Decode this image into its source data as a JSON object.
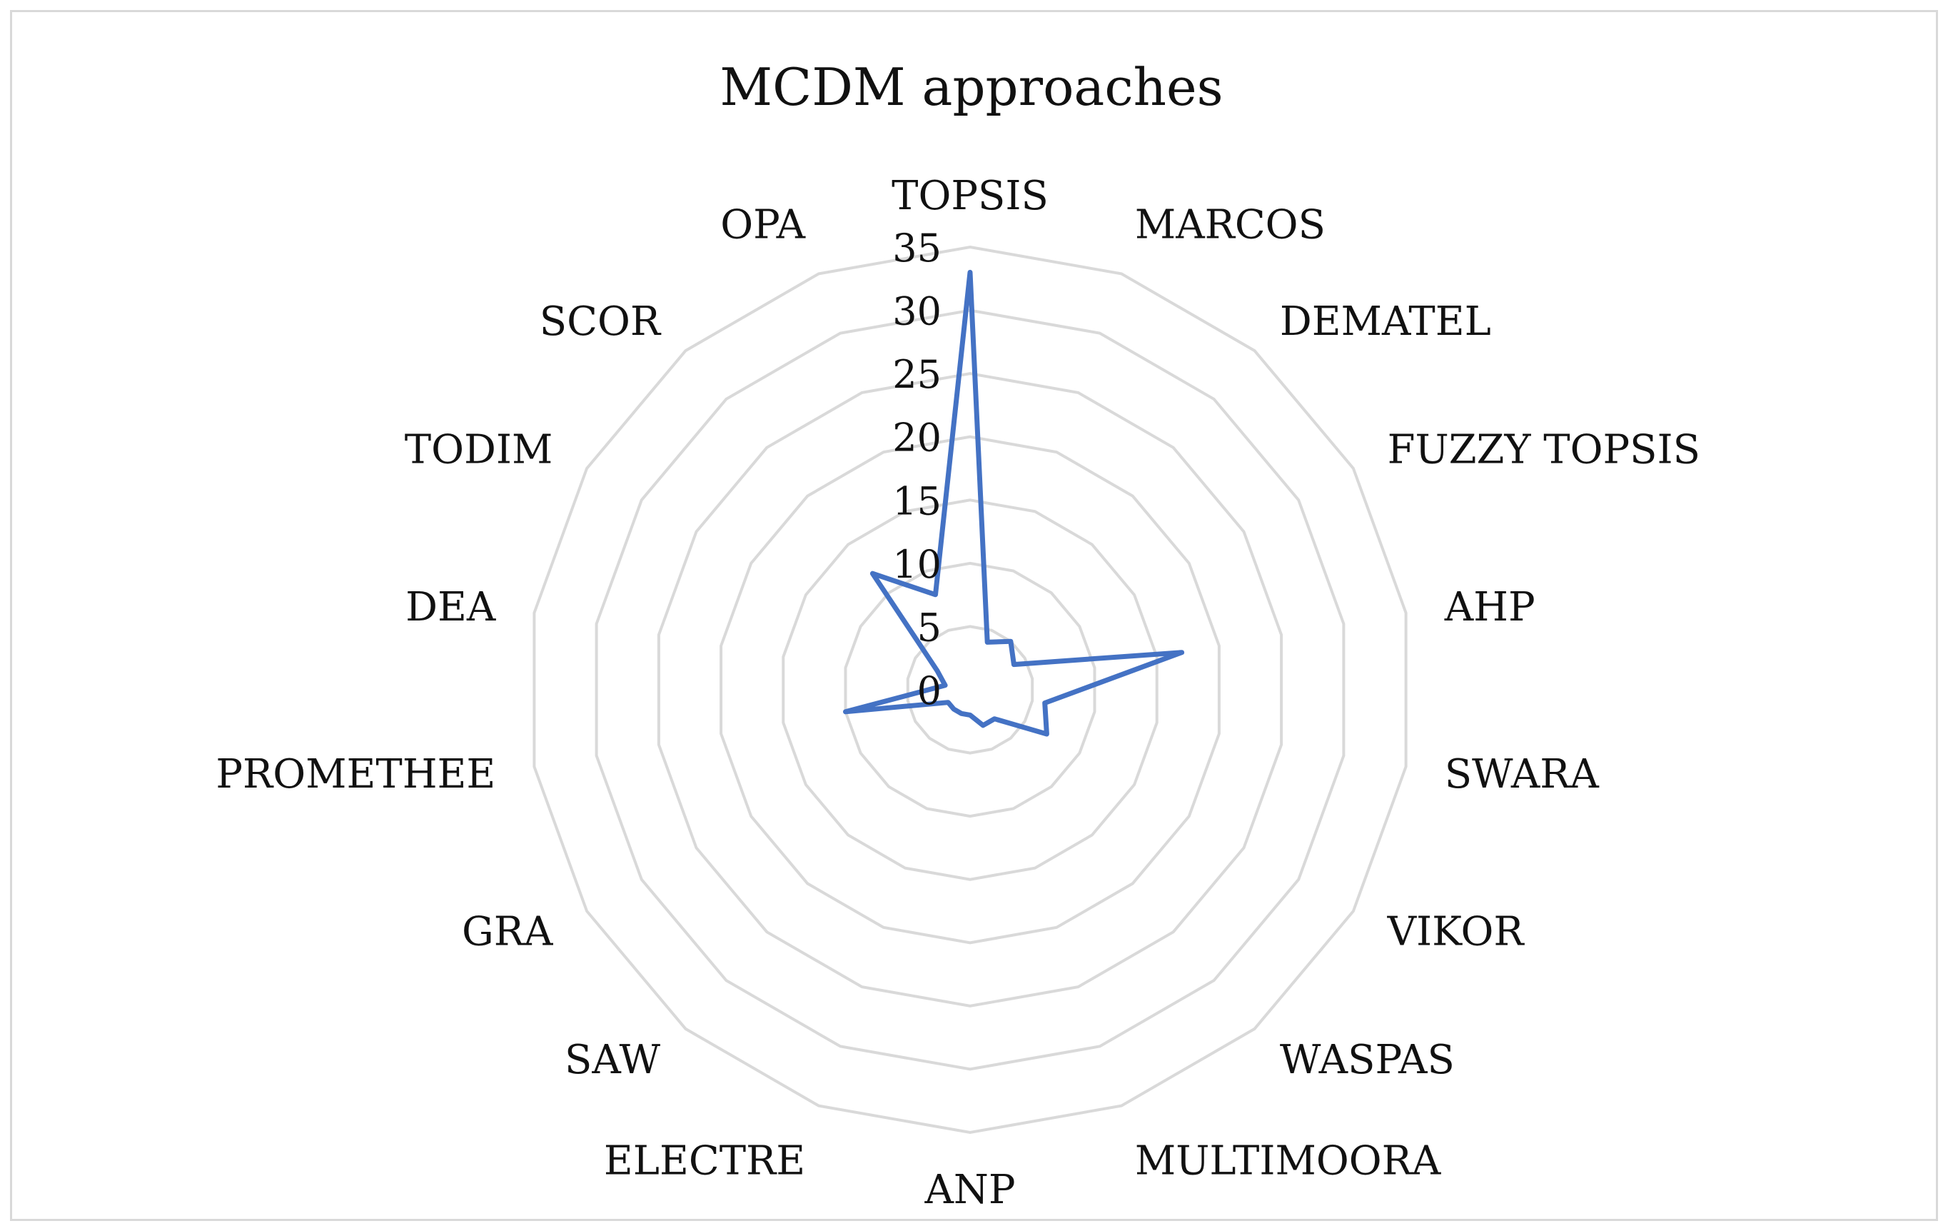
{
  "chart_data": {
    "type": "radar",
    "title": "MCDM approaches",
    "categories": [
      "TOPSIS",
      "MARCOS",
      "DEMATEL",
      "FUZZY TOPSIS",
      "AHP",
      "SWARA",
      "VIKOR",
      "WASPAS",
      "MULTIMOORA",
      "ANP",
      "ELECTRE",
      "SAW",
      "GRA",
      "PROMETHEE",
      "DEA",
      "TODIM",
      "SCOR",
      "OPA"
    ],
    "series": [
      {
        "values": [
          33,
          4,
          5,
          4,
          17,
          6,
          7,
          3,
          3,
          2,
          2,
          2,
          2,
          10,
          2,
          3,
          12,
          8
        ],
        "color": "#4472C4"
      }
    ],
    "rlim": [
      0,
      35
    ],
    "ticks": [
      0,
      5,
      10,
      15,
      20,
      25,
      30,
      35
    ],
    "tick_labels": [
      "0",
      "5",
      "10",
      "15",
      "20",
      "25",
      "30",
      "35"
    ],
    "grid": true,
    "legend": "none",
    "colors": {
      "grid": "#d9d9d9",
      "border": "#d9d9d9",
      "text": "#111111"
    }
  }
}
